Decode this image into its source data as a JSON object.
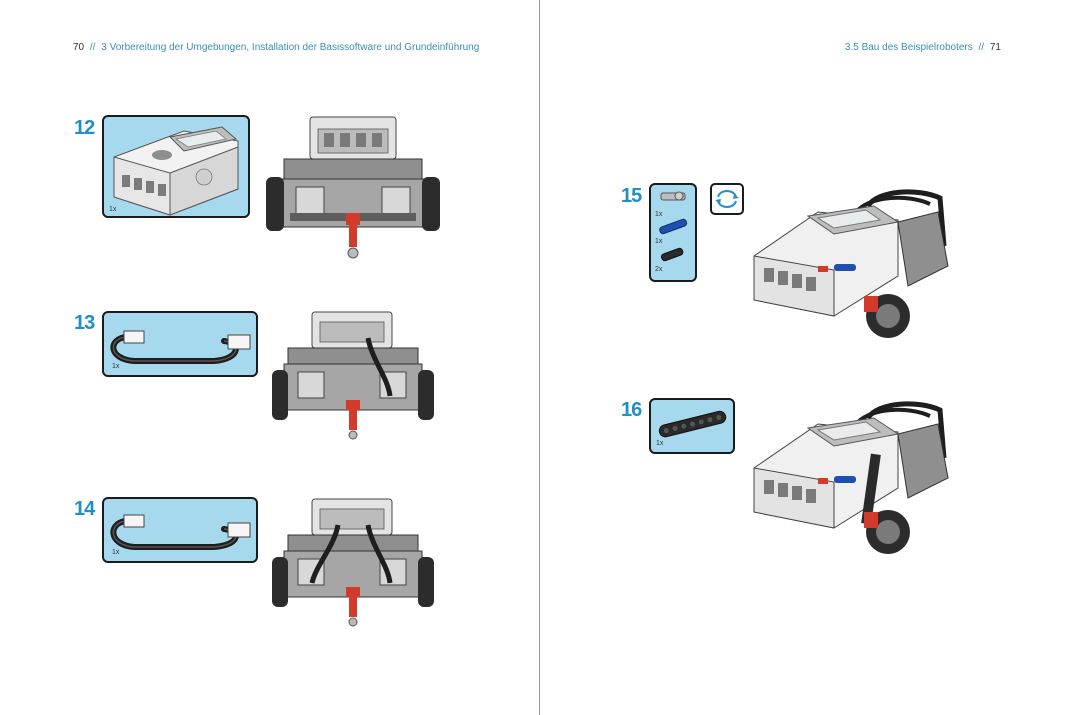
{
  "left_page": {
    "page_number": "70",
    "separator": "//",
    "chapter_title": "3 Vorbereitung der Umgebungen, Installation der Basissoftware und Grundeinführung"
  },
  "right_page": {
    "section_title": "3.5 Bau des Beispielroboters",
    "separator": "//",
    "page_number": "71"
  },
  "steps": [
    {
      "number": "12",
      "parts": [
        {
          "qty": "1x",
          "icon": "ev3-brick"
        }
      ]
    },
    {
      "number": "13",
      "parts": [
        {
          "qty": "1x",
          "icon": "cable"
        }
      ]
    },
    {
      "number": "14",
      "parts": [
        {
          "qty": "1x",
          "icon": "cable"
        }
      ]
    },
    {
      "number": "15",
      "parts": [
        {
          "qty": "1x",
          "icon": "gray-axle-pin"
        },
        {
          "qty": "1x",
          "icon": "blue-pin"
        },
        {
          "qty": "2x",
          "icon": "black-pin"
        }
      ],
      "rotate_hint": "rotate-icon"
    },
    {
      "number": "16",
      "parts": [
        {
          "qty": "1x",
          "icon": "black-beam"
        }
      ]
    }
  ],
  "colors": {
    "accent": "#1f8fc4",
    "part_box": "#a6d9ee",
    "header_text": "#3a8fb0"
  }
}
